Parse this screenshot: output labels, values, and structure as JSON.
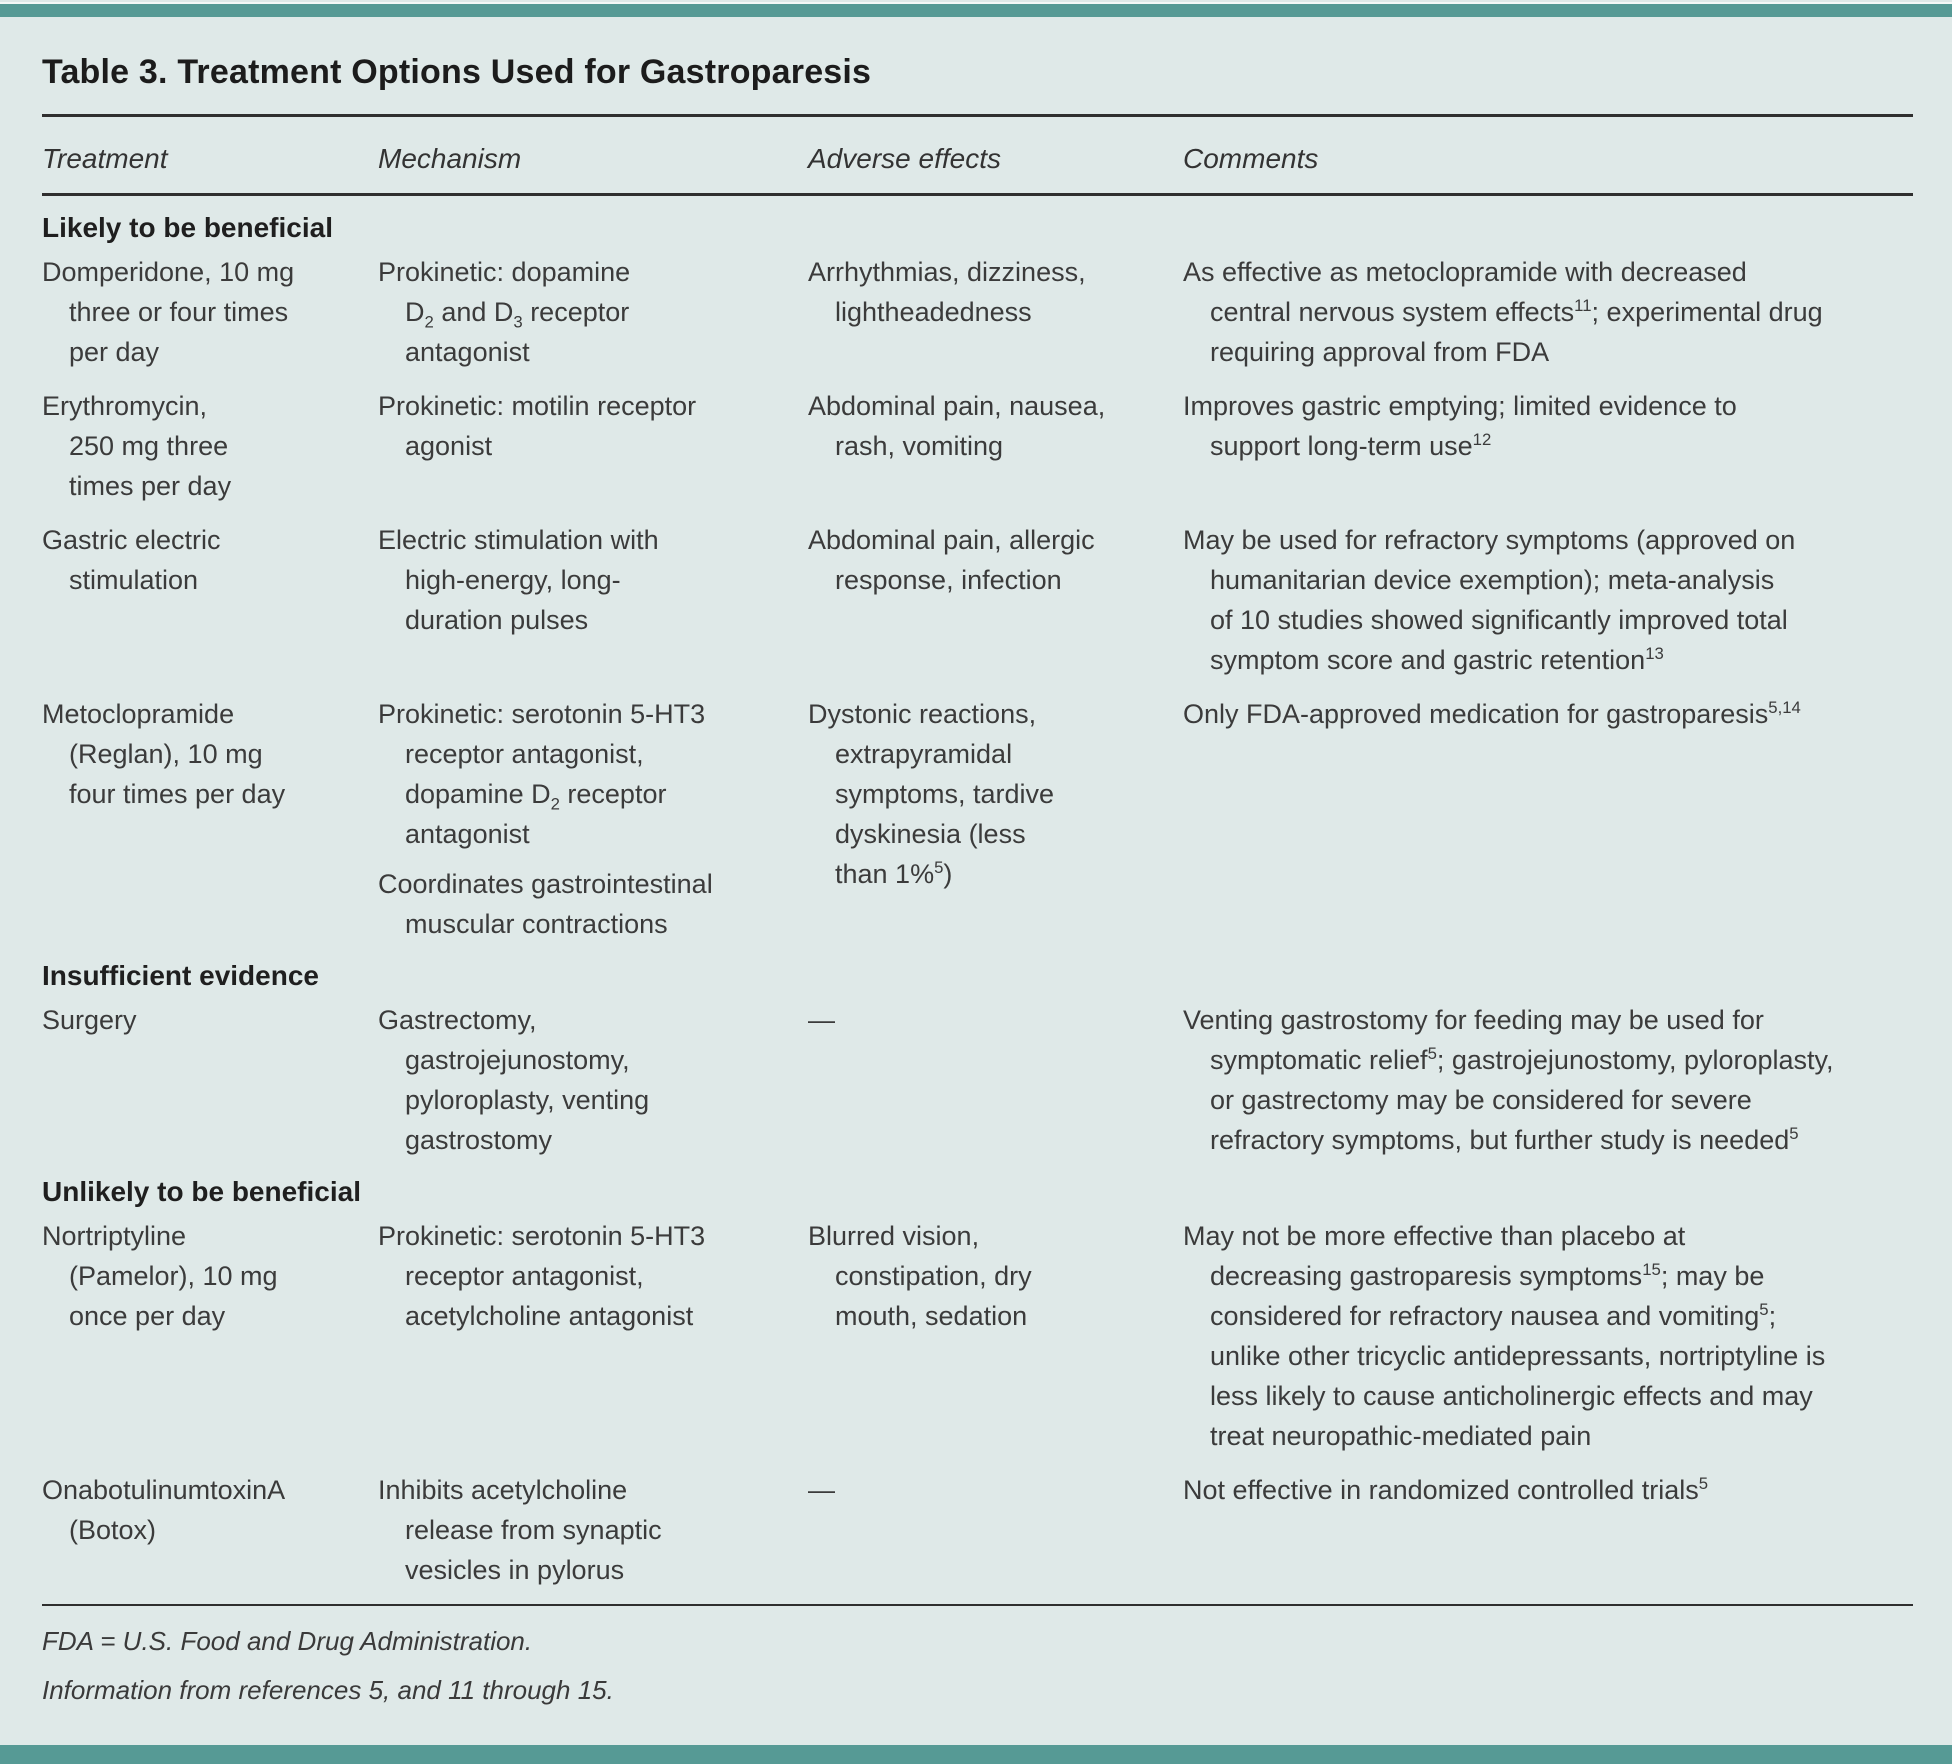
{
  "colors": {
    "accent_teal": "#569a95",
    "panel_background": "#dfe9e8",
    "body_text": "#3b3b3b",
    "rule": "#2f2f2f"
  },
  "table": {
    "title": "Table 3. Treatment Options Used for Gastroparesis",
    "columns": [
      "Treatment",
      "Mechanism",
      "Adverse effects",
      "Comments"
    ],
    "sections": [
      {
        "label": "Likely to be beneficial",
        "rows": [
          {
            "treatment": "Domperidone, 10 mg\nthree or four times\nper day",
            "mechanism": "Prokinetic: dopamine\nD~2~ and D~3~ receptor\nantagonist",
            "adverse_effects": "Arrhythmias, dizziness,\nlightheadedness",
            "comments": "As effective as metoclopramide with decreased\ncentral nervous system effects^11^; experimental drug\nrequiring approval from FDA"
          },
          {
            "treatment": "Erythromycin,\n250 mg three\ntimes per day",
            "mechanism": "Prokinetic: motilin receptor\nagonist",
            "adverse_effects": "Abdominal pain, nausea,\nrash, vomiting",
            "comments": "Improves gastric emptying; limited evidence to\nsupport long-term use^12^"
          },
          {
            "treatment": "Gastric electric\nstimulation",
            "mechanism": "Electric stimulation with\nhigh-energy, long-\nduration pulses",
            "adverse_effects": "Abdominal pain, allergic\nresponse, infection",
            "comments": "May be used for refractory symptoms (approved on\nhumanitarian device exemption); meta-analysis\nof 10 studies showed significantly improved total\nsymptom score and gastric retention^13^"
          },
          {
            "treatment": "Metoclopramide\n(Reglan), 10 mg\nfour times per day",
            "mechanism": [
              "Prokinetic: serotonin 5-HT3\nreceptor antagonist,\ndopamine D~2~ receptor\nantagonist",
              "Coordinates gastrointestinal\nmuscular contractions"
            ],
            "adverse_effects": "Dystonic reactions,\nextrapyramidal\nsymptoms, tardive\ndyskinesia (less\nthan 1%^5^)",
            "comments": "Only FDA-approved medication for gastroparesis^5,14^"
          }
        ]
      },
      {
        "label": "Insufficient evidence",
        "rows": [
          {
            "treatment": "Surgery",
            "mechanism": "Gastrectomy,\ngastrojejunostomy,\npyloroplasty, venting\ngastrostomy",
            "adverse_effects": "—",
            "comments": "Venting gastrostomy for feeding may be used for\nsymptomatic relief^5^; gastrojejunostomy, pyloroplasty,\nor gastrectomy may be considered for severe\nrefractory symptoms, but further study is needed^5^"
          }
        ]
      },
      {
        "label": "Unlikely to be beneficial",
        "rows": [
          {
            "treatment": "Nortriptyline\n(Pamelor), 10 mg\nonce per day",
            "mechanism": "Prokinetic: serotonin 5-HT3\nreceptor antagonist,\nacetylcholine antagonist",
            "adverse_effects": "Blurred vision,\nconstipation, dry\nmouth, sedation",
            "comments": "May not be more effective than placebo at\ndecreasing gastroparesis symptoms^15^; may be\nconsidered for refractory nausea and vomiting^5^;\nunlike other tricyclic antidepressants, nortriptyline is\nless likely to cause anticholinergic effects and may\ntreat neuropathic-mediated pain"
          },
          {
            "treatment": "OnabotulinumtoxinA\n(Botox)",
            "mechanism": "Inhibits acetylcholine\nrelease from synaptic\nvesicles in pylorus",
            "adverse_effects": "—",
            "comments": "Not effective in randomized controlled trials^5^"
          }
        ]
      }
    ],
    "footnotes": [
      "FDA = U.S. Food and Drug Administration.",
      "Information from references 5, and 11 through 15."
    ]
  }
}
